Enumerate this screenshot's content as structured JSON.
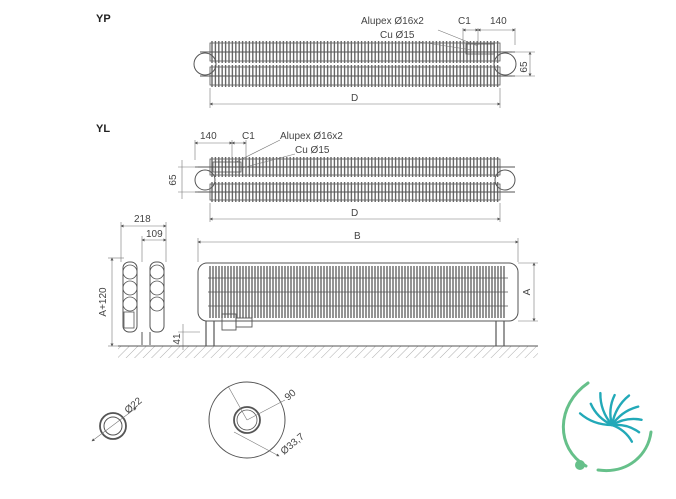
{
  "views": {
    "yp": {
      "label": "YP",
      "annotations": {
        "pipe_alupex": "Alupex Ø16x2",
        "pipe_cu": "Cu Ø15"
      },
      "dimensions": {
        "c1": "C1",
        "offset": "140",
        "height": "65",
        "length": "D"
      }
    },
    "yl": {
      "label": "YL",
      "annotations": {
        "pipe_alupex": "Alupex Ø16x2",
        "pipe_cu": "Cu Ø15"
      },
      "dimensions": {
        "offset": "140",
        "c1": "C1",
        "height": "65",
        "length": "D"
      }
    },
    "side": {
      "dimensions": {
        "depth_total": "218",
        "depth_axis": "109",
        "height": "A+120",
        "floor": "41"
      }
    },
    "front": {
      "dimensions": {
        "width": "B",
        "height": "A"
      }
    },
    "section_tube": {
      "dimensions": {
        "diameter": "Ø22"
      }
    },
    "section_rosette": {
      "dimensions": {
        "angle": "90",
        "diameter": "Ø33,7"
      }
    }
  },
  "logo": {
    "colors": {
      "teal": "#22a9b8",
      "green": "#66c08a"
    }
  }
}
